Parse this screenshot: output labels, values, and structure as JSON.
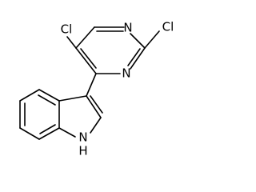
{
  "molecule": {
    "atoms": {
      "n1": "N",
      "n3": "N",
      "cl_top": "Cl",
      "cl_right": "Cl",
      "nh_n": "N",
      "nh_h": "H"
    }
  }
}
